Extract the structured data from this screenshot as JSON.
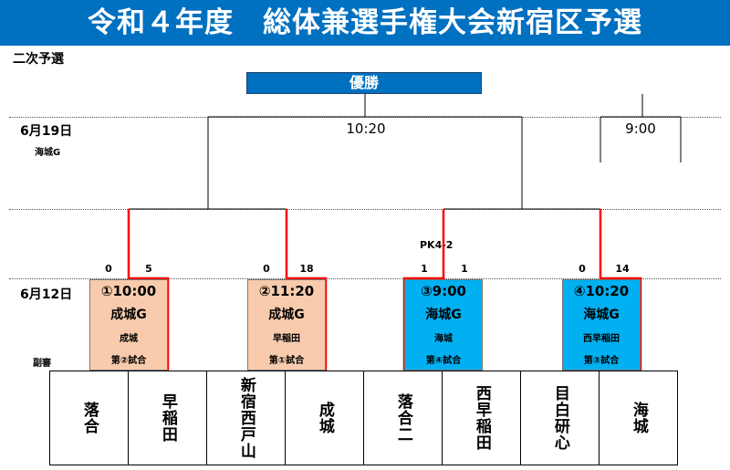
{
  "title": "令和４年度　総体兼選手権大会新宿区予選",
  "round_label": "二次予選",
  "champion_label": "優勝",
  "dates": {
    "final_date": "6月19日",
    "final_venue_note": "海城G",
    "semi_date": "6月12日",
    "referee_label": "副審"
  },
  "final_times": {
    "main": "10:20",
    "right": "9:00"
  },
  "pk_note": "PK4-2",
  "matches": [
    {
      "num_time": "①10:00",
      "venue": "成城G",
      "referee": "成城",
      "game_label": "第②試合",
      "score_left": "0",
      "score_right": "5"
    },
    {
      "num_time": "②11:20",
      "venue": "成城G",
      "referee": "早稲田",
      "game_label": "第①試合",
      "score_left": "0",
      "score_right": "18"
    },
    {
      "num_time": "③9:00",
      "venue": "海城G",
      "referee": "海城",
      "game_label": "第④試合",
      "score_left": "1",
      "score_right": "1"
    },
    {
      "num_time": "④10:20",
      "venue": "海城G",
      "referee": "西早稲田",
      "game_label": "第③試合",
      "score_left": "0",
      "score_right": "14"
    }
  ],
  "teams": [
    "落合",
    "早稲田",
    "新宿西戸山",
    "成城",
    "落合二",
    "西早稲田",
    "目白研心",
    "海城"
  ],
  "colors": {
    "title_bg": "#0070c0",
    "win_line": "#ff0000",
    "box_orange": "#f8cbad",
    "box_cyan": "#00b0f0"
  }
}
